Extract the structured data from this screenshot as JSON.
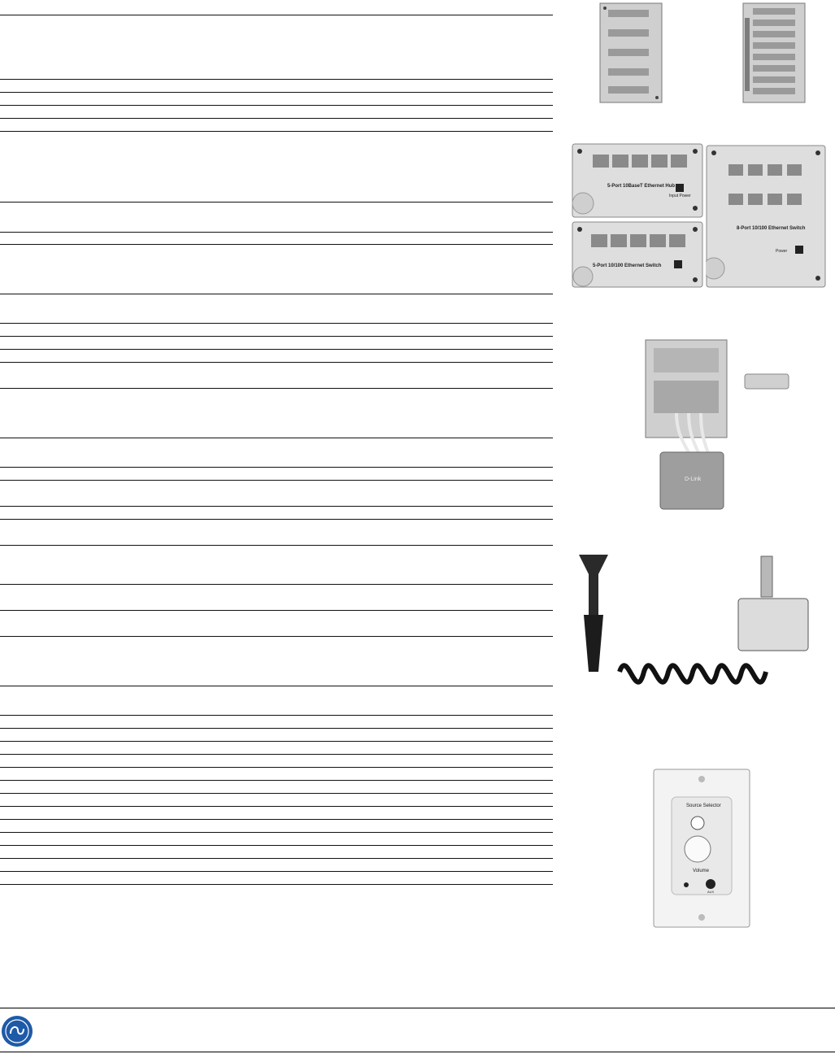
{
  "products": {
    "ethernet_hub_5port_label": "5-Port 10BaseT Ethernet Hub",
    "ethernet_switch_8port_label": "8-Port 10/100 Ethernet Switch",
    "ethernet_switch_5port_label": "5-Port 10/100 Ethernet Switch",
    "input_power_label": "Input Power",
    "power_label": "Power",
    "dlink_label": "D-Link",
    "source_selector_label": "Source Selector",
    "volume_label": "Volume",
    "aux_label": "AUX"
  },
  "colors": {
    "rule": "#111111",
    "logo_blue": "#1e5aa8",
    "panel_gray": "#d9d9d9"
  }
}
